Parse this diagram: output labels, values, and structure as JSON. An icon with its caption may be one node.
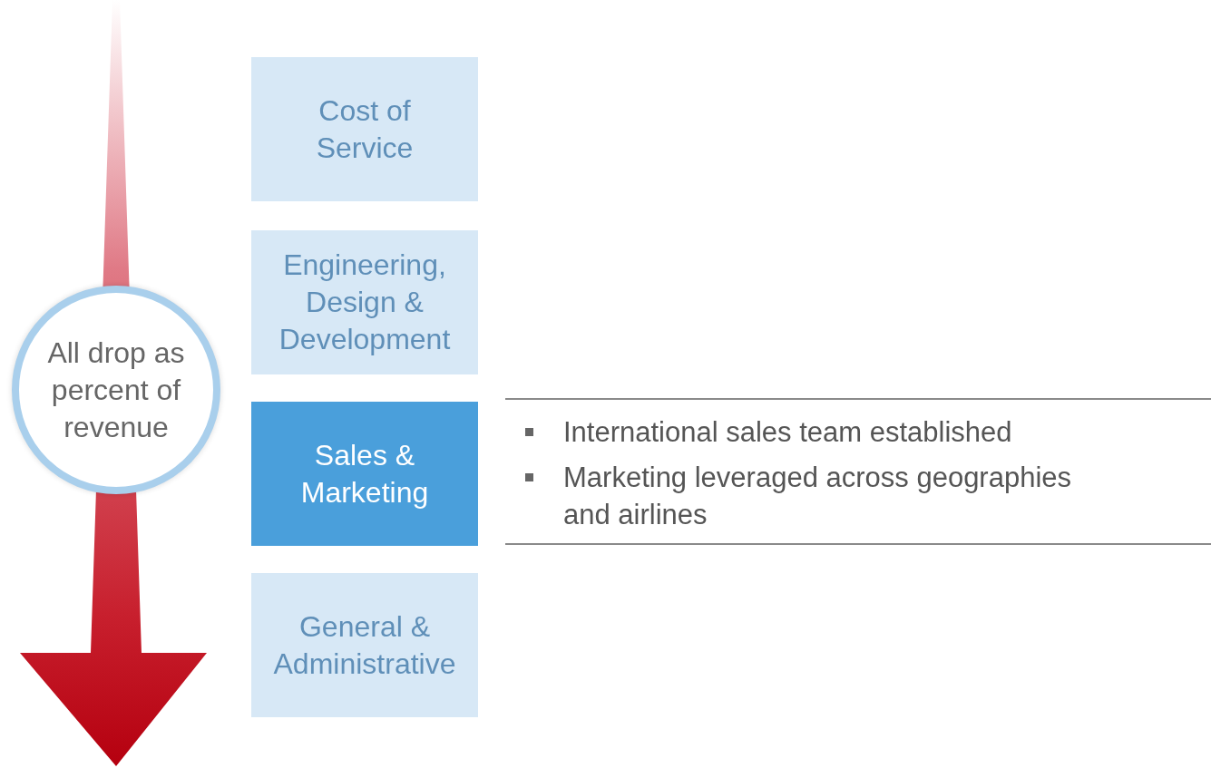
{
  "diagram": {
    "nodes": [
      {
        "text": [
          "All drop as percent of revenue"
        ]
      },
      {
        "text": [
          "Cost of Service"
        ]
      },
      {
        "text": [
          "Engineering, Design & Development"
        ]
      },
      {
        "text": [
          "Sales & Marketing"
        ]
      },
      {
        "text": [
          "General & Administrative"
        ]
      }
    ],
    "labels": [
      "International sales team established",
      "Marketing leveraged across geographies and airlines"
    ]
  }
}
